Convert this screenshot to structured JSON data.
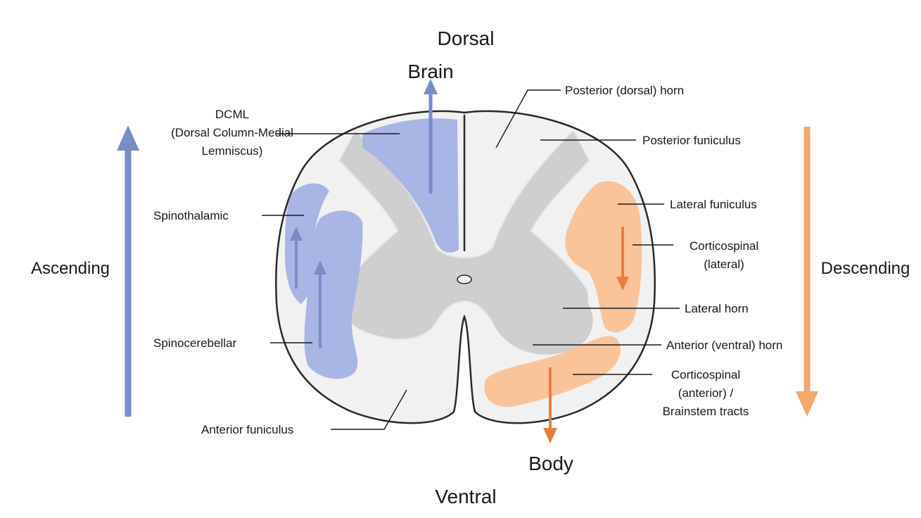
{
  "orientation": {
    "dorsal": "Dorsal",
    "ventral": "Ventral",
    "brain": "Brain",
    "body": "Body"
  },
  "sides": {
    "ascending": "Ascending",
    "descending": "Descending"
  },
  "left_labels": {
    "dcml": [
      "DCML",
      "(Dorsal Column-Medial",
      "Lemniscus)"
    ],
    "spinothalamic": "Spinothalamic",
    "spinocerebellar": "Spinocerebellar",
    "anterior_funiculus": "Anterior funiculus"
  },
  "right_labels": {
    "posterior_horn": "Posterior (dorsal) horn",
    "posterior_funiculus": "Posterior funiculus",
    "lateral_funiculus": "Lateral funiculus",
    "corticospinal_lateral": [
      "Corticospinal",
      "(lateral)"
    ],
    "lateral_horn": "Lateral horn",
    "anterior_horn": "Anterior (ventral) horn",
    "corticospinal_anterior": [
      "Corticospinal",
      "(anterior) /",
      "Brainstem tracts"
    ]
  },
  "colors": {
    "ascending": "#7a8cc8",
    "ascending_fill": "#a9b5e4",
    "descending": "#f3a96a",
    "descending_fill": "#f9c49a",
    "descending_arrow": "#e87e3a",
    "grey_matter": "#cfcfcf",
    "white_matter": "#f1f1f1",
    "outline": "#2a2a2a"
  }
}
